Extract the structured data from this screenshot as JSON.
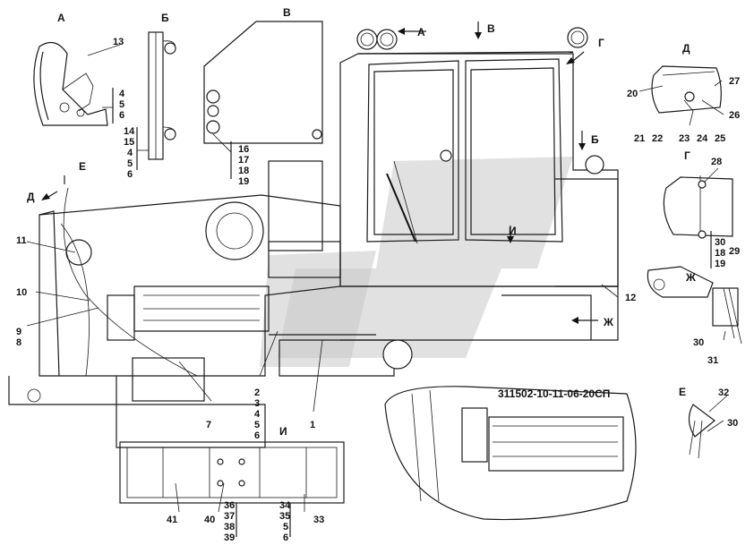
{
  "doc_code": "311502-10-11-06-20СП",
  "view_letters": [
    "А",
    "Б",
    "В",
    "Г",
    "Д",
    "Е",
    "Ж",
    "И"
  ],
  "arrow_labels": [
    "А",
    "В",
    "Б",
    "Г",
    "И",
    "Ж",
    "Д",
    "Е"
  ],
  "view_titles": [
    "А",
    "Б",
    "В",
    "Д",
    "Г",
    "Ж",
    "Е",
    "И"
  ],
  "callouts_left": [
    "13",
    "4",
    "5",
    "6",
    "14",
    "15",
    "4",
    "5",
    "6",
    "16",
    "17",
    "18",
    "19",
    "11",
    "10",
    "9",
    "8",
    "7",
    "2",
    "3",
    "4",
    "5",
    "6",
    "1",
    "12"
  ],
  "callouts_right": [
    "20",
    "27",
    "26",
    "21",
    "22",
    "23",
    "24",
    "25",
    "28",
    "30",
    "18",
    "19",
    "29",
    "30",
    "31",
    "32",
    "30"
  ],
  "callouts_bottom": [
    "41",
    "40",
    "36",
    "37",
    "38",
    "39",
    "34",
    "35",
    "5",
    "6",
    "33"
  ]
}
